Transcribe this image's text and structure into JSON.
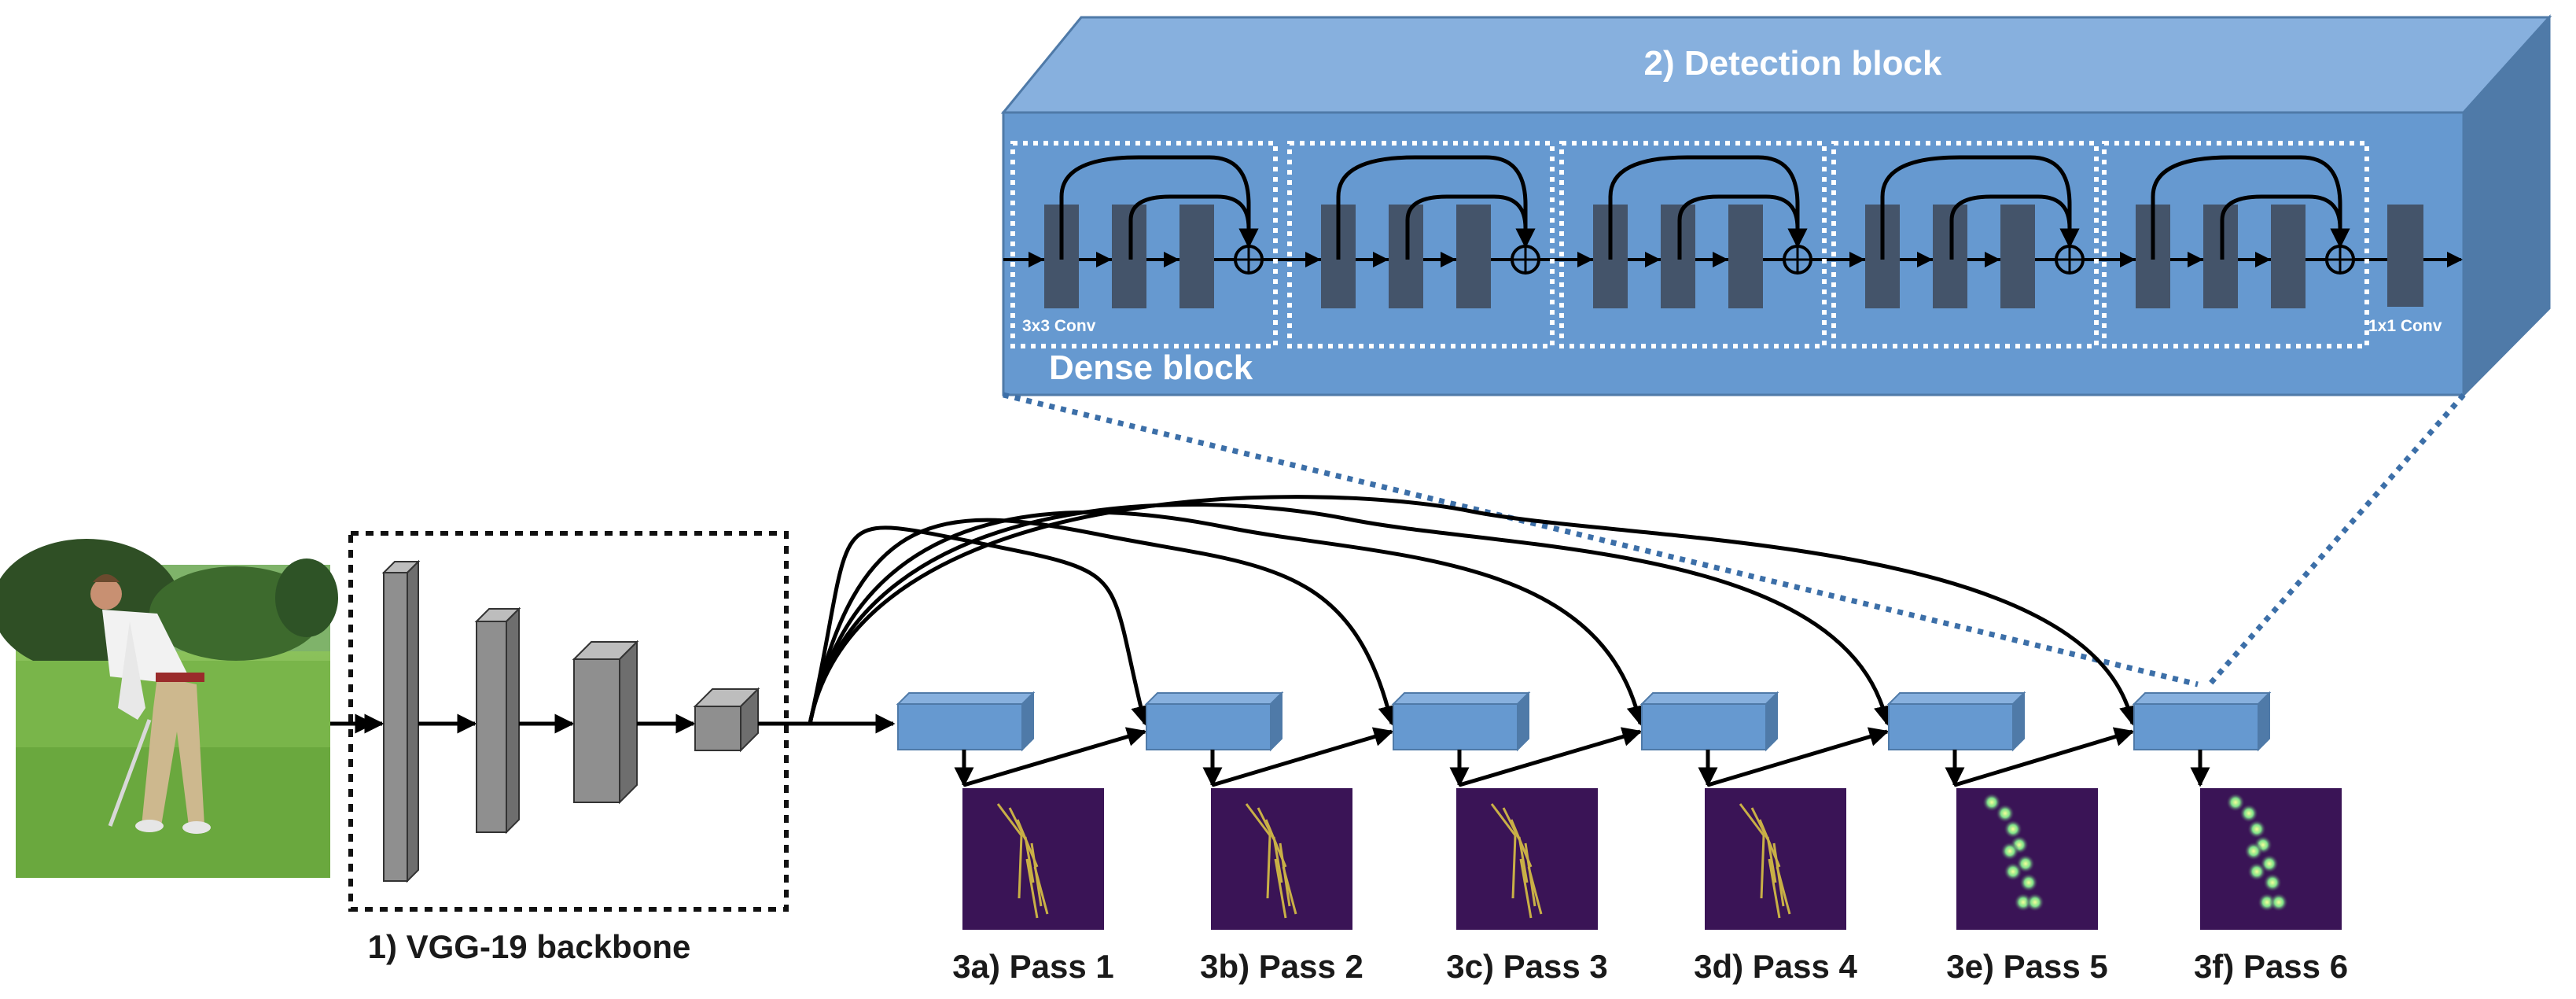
{
  "detection_block": {
    "title": "2) Detection block",
    "dense_block_label": "Dense block",
    "conv3x3_label": "3x3 Conv",
    "conv1x1_label": "1x1 Conv"
  },
  "backbone": {
    "label": "1) VGG-19 backbone"
  },
  "passes": [
    {
      "label": "3a) Pass 1",
      "heatmap": "limb-field"
    },
    {
      "label": "3b) Pass 2",
      "heatmap": "limb-field"
    },
    {
      "label": "3c) Pass 3",
      "heatmap": "limb-field"
    },
    {
      "label": "3d) Pass 4",
      "heatmap": "limb-field"
    },
    {
      "label": "3e) Pass 5",
      "heatmap": "keypoint-heatmap"
    },
    {
      "label": "3f) Pass 6",
      "heatmap": "keypoint-heatmap"
    }
  ],
  "colors": {
    "block_blue": "#6699d0",
    "block_top": "#87b0de",
    "block_side": "#4f7aa8",
    "conv_dark": "#44546a",
    "heatmap_bg": "#3a1456",
    "limb_color": "#c9b046",
    "keypoint_color": "#7fe08a",
    "vgg_gray": "#8f8f8f"
  },
  "input_image": {
    "icon": "golfer-photo"
  }
}
